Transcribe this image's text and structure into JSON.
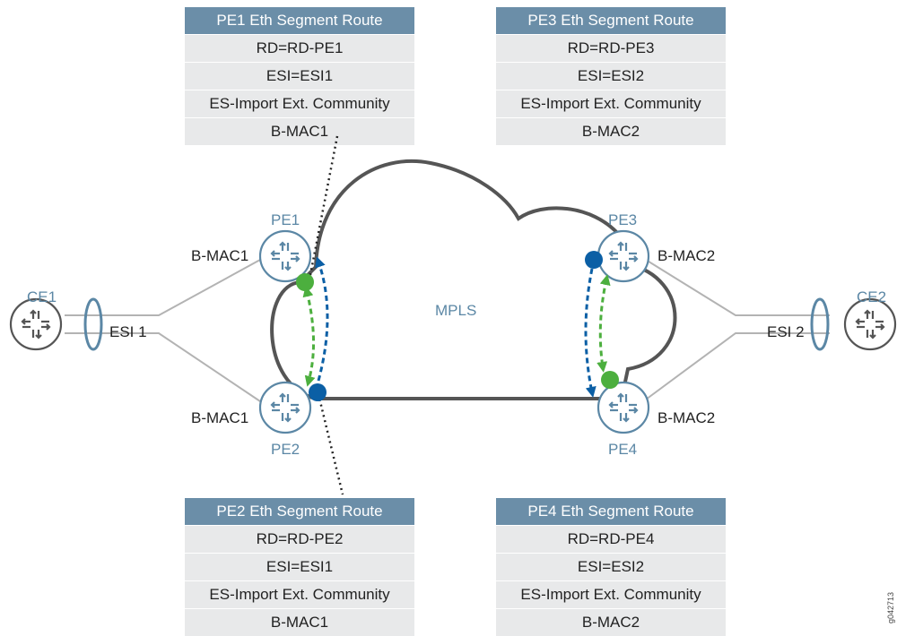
{
  "tables": {
    "pe1": {
      "header": "PE1 Eth Segment Route",
      "rows": [
        "RD=RD-PE1",
        "ESI=ESI1",
        "ES-Import Ext. Community",
        "B-MAC1"
      ]
    },
    "pe3": {
      "header": "PE3 Eth Segment Route",
      "rows": [
        "RD=RD-PE3",
        "ESI=ESI2",
        "ES-Import Ext. Community",
        "B-MAC2"
      ]
    },
    "pe2": {
      "header": "PE2 Eth Segment Route",
      "rows": [
        "RD=RD-PE2",
        "ESI=ESI1",
        "ES-Import Ext. Community",
        "B-MAC1"
      ]
    },
    "pe4": {
      "header": "PE4 Eth Segment Route",
      "rows": [
        "RD=RD-PE4",
        "ESI=ESI2",
        "ES-Import Ext. Community",
        "B-MAC2"
      ]
    }
  },
  "nodes": {
    "ce1": "CE1",
    "ce2": "CE2",
    "pe1": "PE1",
    "pe2": "PE2",
    "pe3": "PE3",
    "pe4": "PE4"
  },
  "labels": {
    "bmac_pe1": "B-MAC1",
    "bmac_pe2": "B-MAC1",
    "bmac_pe3": "B-MAC2",
    "bmac_pe4": "B-MAC2",
    "esi1": "ESI 1",
    "esi2": "ESI 2",
    "mpls": "MPLS",
    "figure_id": "g042713"
  },
  "colors": {
    "header_bg": "#6b8ea8",
    "row_bg": "#e8e9ea",
    "router": "#5b87a5",
    "green": "#4caf3e",
    "blue": "#0b5fa5",
    "link": "#b3b3b3",
    "cloud": "#555555"
  }
}
